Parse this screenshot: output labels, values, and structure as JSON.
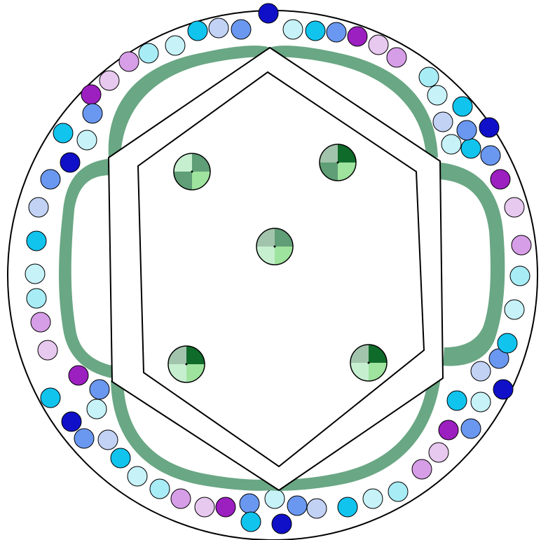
{
  "colors": {
    "background": "#ffffff",
    "outline": "#000000",
    "band": "#6aa784",
    "quadrant_light": "#c6efd0",
    "quadrant_mid": "#9ee39e",
    "quadrant_sage": "#5f9e76",
    "quadrant_dark": "#0f6b2a",
    "quadrant_pale_sage": "#a3c4ac"
  },
  "outer_ring_beads": [
    {
      "color": "#1010c8"
    },
    {
      "color": "#6a98f0"
    },
    {
      "color": "#c2d2f4"
    },
    {
      "color": "#11c4ee"
    },
    {
      "color": "#c6f2f8"
    },
    {
      "color": "#a8ecf6"
    },
    {
      "color": "#d79ee8"
    },
    {
      "color": "#e7c8ef"
    },
    {
      "color": "#9c1fc0"
    },
    {
      "color": "#6a98f0"
    },
    {
      "color": "#11c4ee"
    },
    {
      "color": "#c6f2f8"
    }
  ],
  "quadrant_markers": [
    {
      "id": "top-left",
      "quadrants": [
        "quadrant_light",
        "quadrant_sage",
        "quadrant_sage",
        "quadrant_mid"
      ]
    },
    {
      "id": "top-right",
      "quadrants": [
        "quadrant_pale_sage",
        "quadrant_dark",
        "quadrant_sage",
        "quadrant_mid"
      ]
    },
    {
      "id": "center",
      "quadrants": [
        "quadrant_pale_sage",
        "quadrant_sage",
        "quadrant_light",
        "quadrant_mid"
      ]
    },
    {
      "id": "bottom-left",
      "quadrants": [
        "quadrant_pale_sage",
        "quadrant_dark",
        "quadrant_light",
        "quadrant_mid"
      ]
    },
    {
      "id": "bottom-right",
      "quadrants": [
        "quadrant_pale_sage",
        "quadrant_dark",
        "quadrant_light",
        "quadrant_mid"
      ]
    }
  ]
}
